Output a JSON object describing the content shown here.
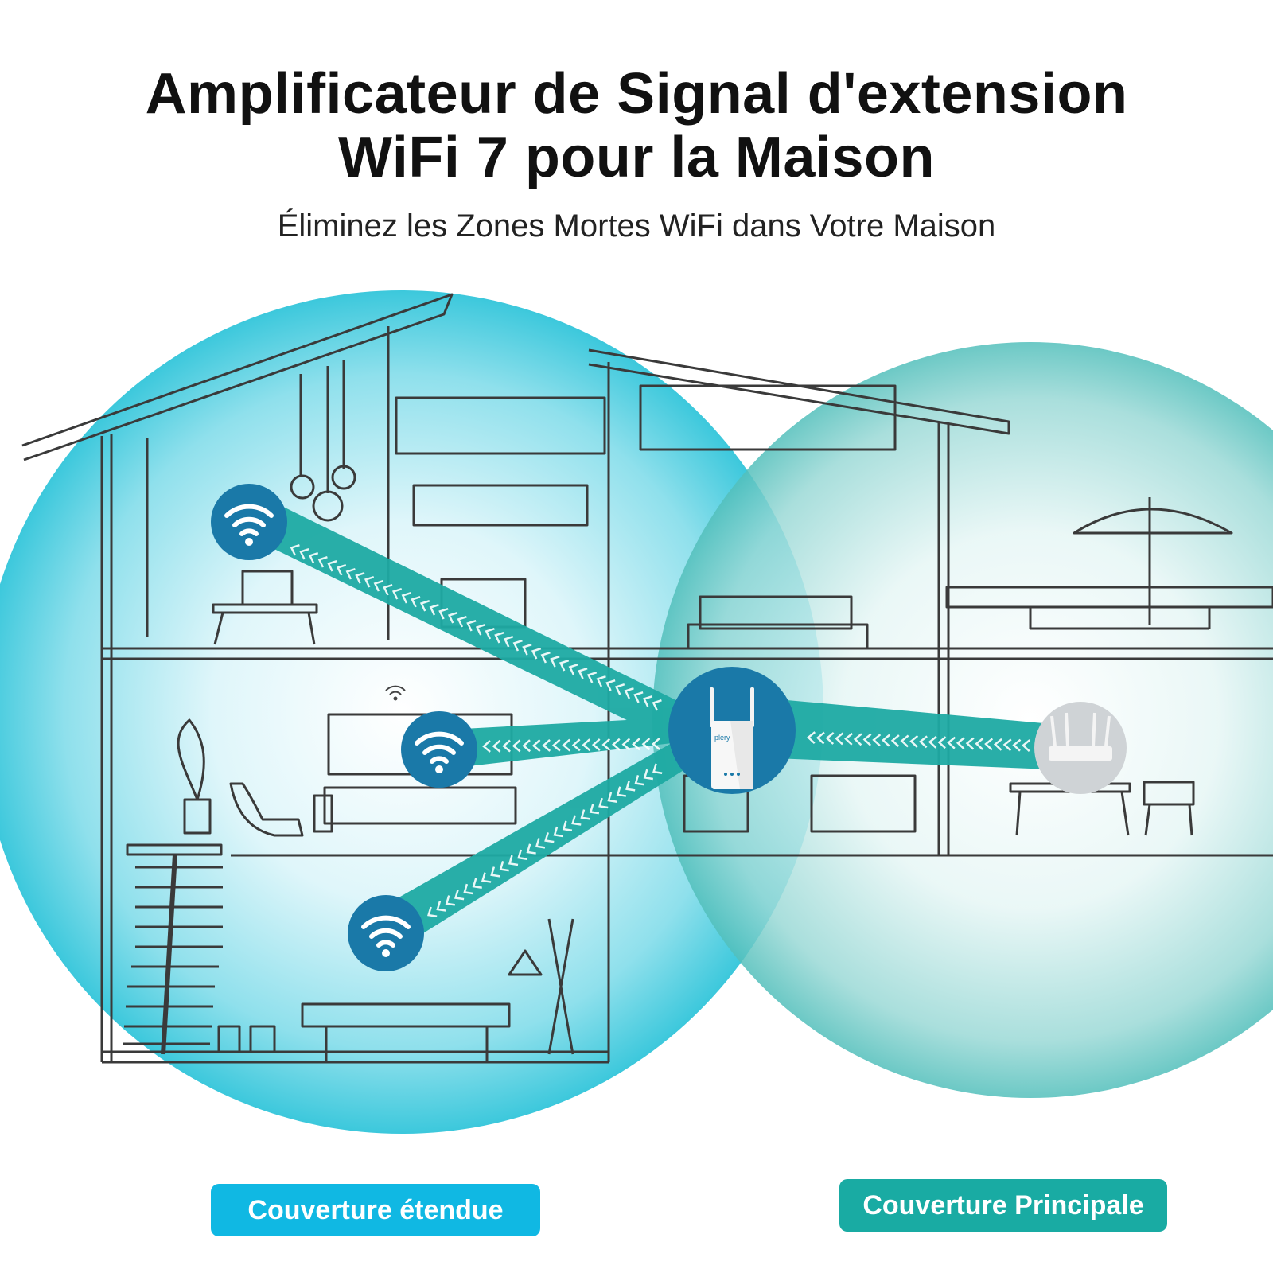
{
  "title": {
    "line1": "Amplificateur de Signal d'extension",
    "line2": "WiFi 7 pour la Maison"
  },
  "subtitle": "Éliminez les Zones Mortes WiFi dans Votre Maison",
  "badges": {
    "extended": "Couverture étendue",
    "main": "Couverture Principale"
  },
  "device": {
    "brand": "plery"
  },
  "icons": [
    "wifi-icon",
    "repeater-device",
    "router-device"
  ],
  "colors": {
    "extended_zone": "#2fc4d8",
    "main_zone": "#37b5b0",
    "beam": "#1eaaa3",
    "wifi_circle": "#1a79a8",
    "badge_extended": "#10b8e3",
    "badge_main": "#19aba3",
    "router_circle": "#cfd3d6"
  }
}
